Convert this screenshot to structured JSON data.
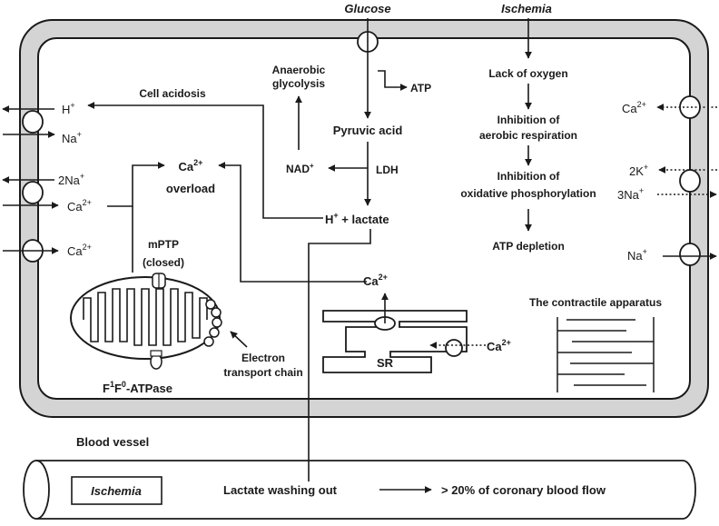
{
  "top": {
    "glucose": "Glucose",
    "ischemia": "Ischemia"
  },
  "glycolysis": {
    "anaerobic_line1": "Anaerobic",
    "anaerobic_line2": "glycolysis",
    "atp": "ATP",
    "pyruvic_acid": "Pyruvic acid",
    "nad": "NAD",
    "nad_sup": "+",
    "ldh": "LDH",
    "h_lactate_h": "H",
    "h_lactate_sup": "+",
    "h_lactate_rest": " + lactate"
  },
  "acidosis": {
    "label": "Cell acidosis"
  },
  "ions_left": {
    "h": "H",
    "h_sup": "+",
    "na": "Na",
    "na_sup": "+",
    "two_na": "2Na",
    "two_na_sup": "+",
    "ca_1": "Ca",
    "ca_1_sup": "2+",
    "ca_2": "Ca",
    "ca_2_sup": "2+"
  },
  "overload": {
    "ca": "Ca",
    "ca_sup": "2+",
    "label": "overload"
  },
  "mptp": {
    "line1": "mPTP",
    "line2": "(closed)"
  },
  "mitochondrion": {
    "atpase_f": "F",
    "atpase_sup1": "1",
    "atpase_mid": "F",
    "atpase_sup2": "0",
    "atpase_rest": "-ATPase",
    "etc_line1": "Electron",
    "etc_line2": "transport chain"
  },
  "ischemia_chain": {
    "step1": "Lack of oxygen",
    "step2_line1": "Inhibition of",
    "step2_line2": "aerobic respiration",
    "step3_line1": "Inhibition of",
    "step3_line2": "oxidative phosphorylation",
    "step4": "ATP depletion"
  },
  "ions_right": {
    "ca": "Ca",
    "ca_sup": "2+",
    "k": "2K",
    "k_sup": "+",
    "na3": "3Na",
    "na3_sup": "+",
    "na": "Na",
    "na_sup": "+"
  },
  "sr": {
    "label": "SR",
    "ca_release": "Ca",
    "ca_release_sup": "2+",
    "ca_uptake": "Ca",
    "ca_uptake_sup": "2+"
  },
  "contractile": {
    "label": "The contractile apparatus"
  },
  "vessel": {
    "label": "Blood vessel",
    "ischemia_box": "Ischemia",
    "washout": "Lactate washing out",
    "flow": "> 20%  of coronary blood flow"
  }
}
